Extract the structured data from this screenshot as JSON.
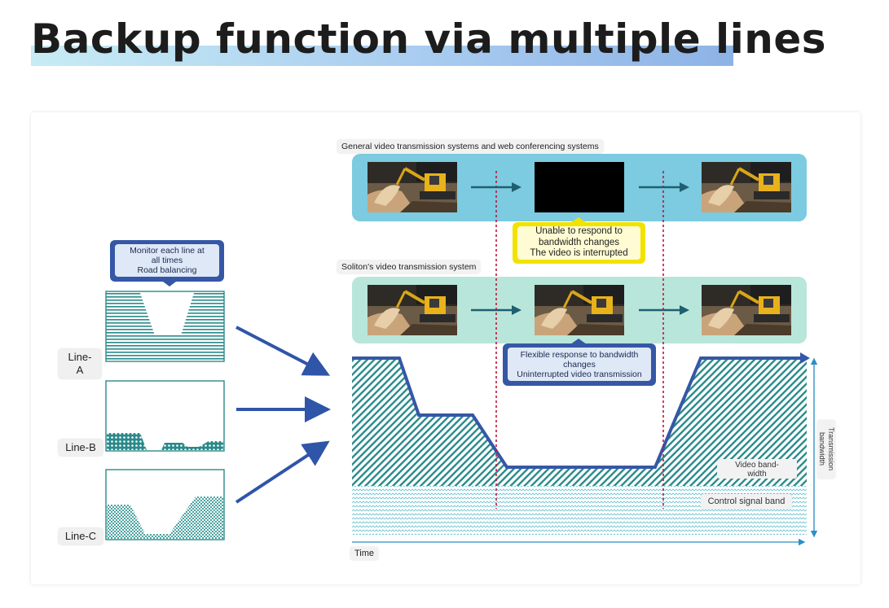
{
  "title": "Backup function via multiple lines",
  "colors": {
    "accent_blue": "#3557a6",
    "teal": "#2a8a8a",
    "top_band": "#7ccbe0",
    "middle_band": "#b9e6da",
    "dotted_line": "#c0143c",
    "yellow": "#f2e200"
  },
  "left": {
    "monitor_callout": [
      "Monitor each line at",
      "all times",
      "Road balancing"
    ],
    "lines": [
      {
        "label_1": "Line-",
        "label_2": "A"
      },
      {
        "label": "Line-B"
      },
      {
        "label": "Line-C"
      }
    ]
  },
  "top_system": {
    "label": "General video transmission systems and web conferencing systems",
    "callout": [
      "Unable to respond to",
      "bandwidth changes",
      "The video is interrupted"
    ]
  },
  "middle_system": {
    "label": "Soliton's video transmission system",
    "callout": [
      "Flexible response to bandwidth",
      "changes",
      "Uninterrupted video transmission"
    ]
  },
  "chart": {
    "x_label": "Time",
    "y_label_1": "Transmission",
    "y_label_2": "bandwidth",
    "video_band_1": "Video band-",
    "video_band_2": "width",
    "control_band": "Control signal band"
  },
  "icons": [
    "excavator-photo",
    "arrow-right-icon"
  ]
}
